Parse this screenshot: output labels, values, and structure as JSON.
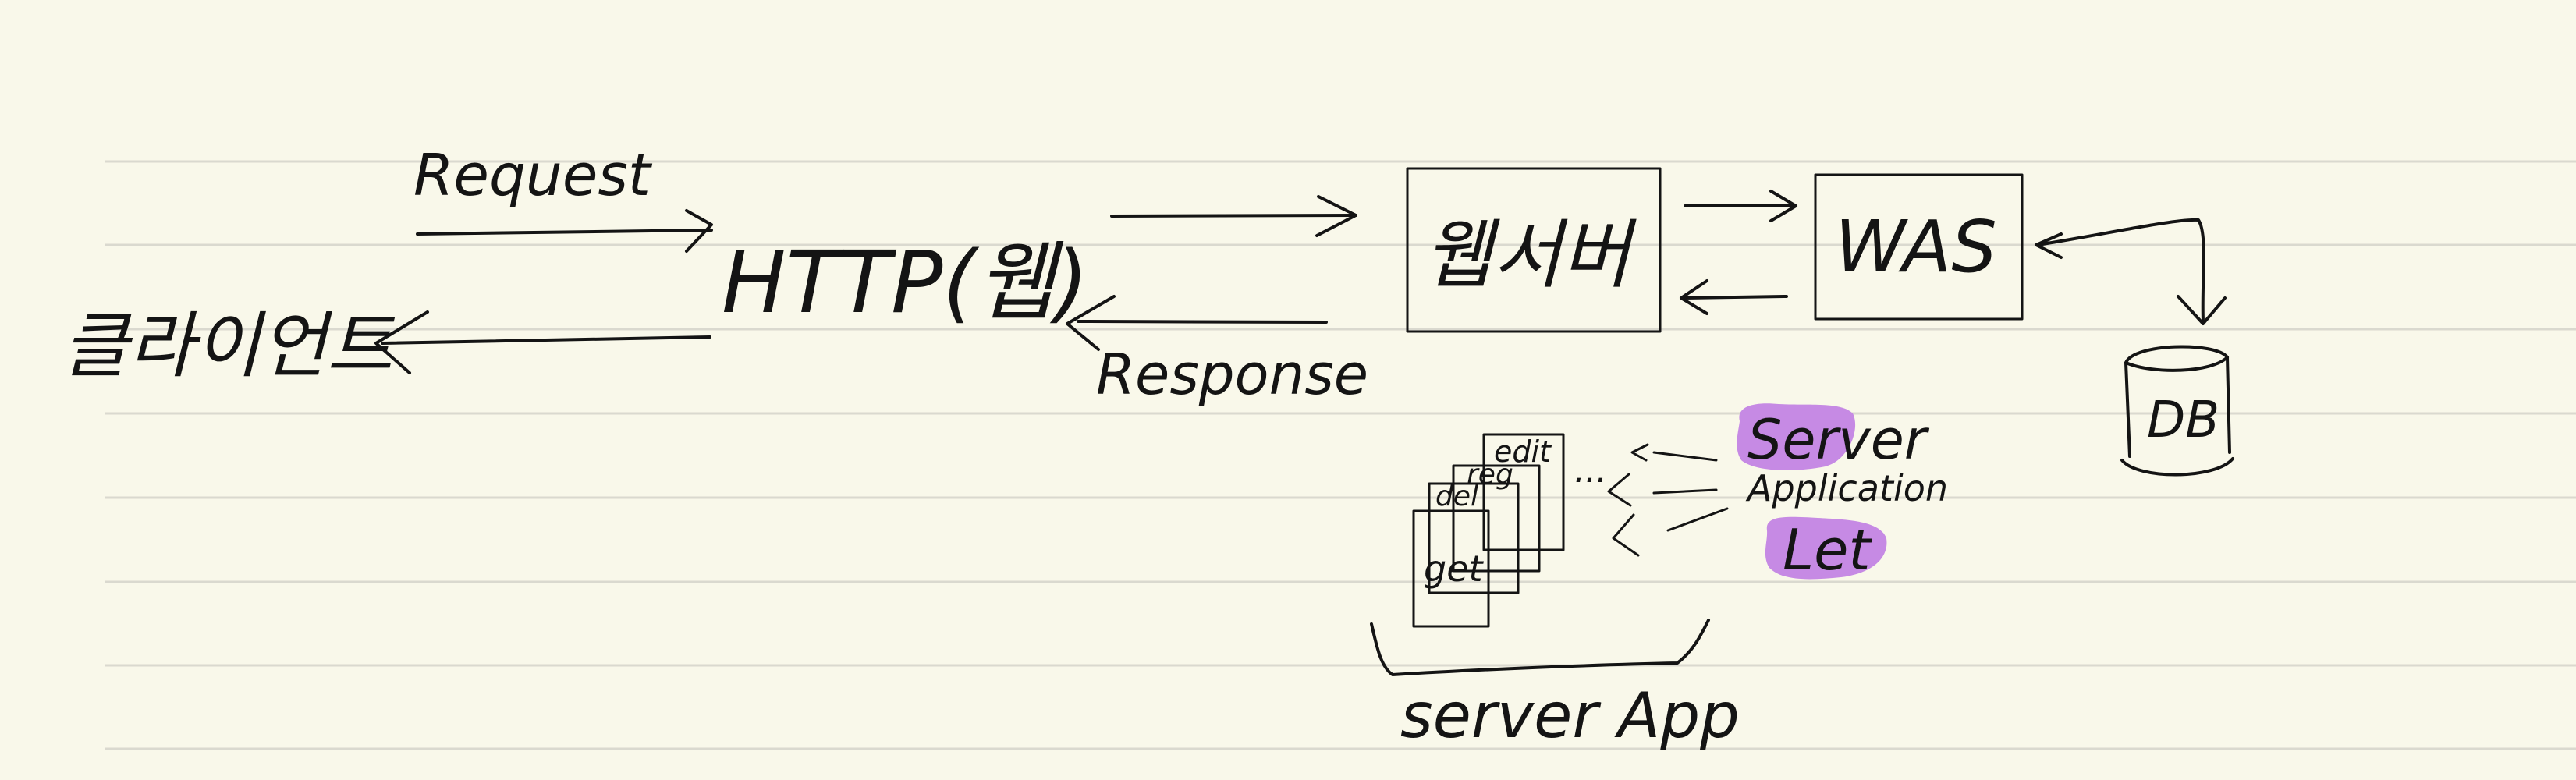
{
  "labels": {
    "request": "Request",
    "response": "Response",
    "client": "클라이언트",
    "http": "HTTP(웹)",
    "web_server": "웹서버",
    "was": "WAS",
    "db": "DB",
    "server_word": "Server",
    "application_word": "Application",
    "let_word": "Let",
    "server_app": "server App",
    "ellipsis": "...",
    "servlet_cards": [
      "get",
      "del",
      "reg",
      "edit"
    ]
  },
  "colors": {
    "paper": "#f9f8ea",
    "ink": "#141414",
    "rule": "#dad9cf",
    "highlight": "#c68ae4"
  }
}
